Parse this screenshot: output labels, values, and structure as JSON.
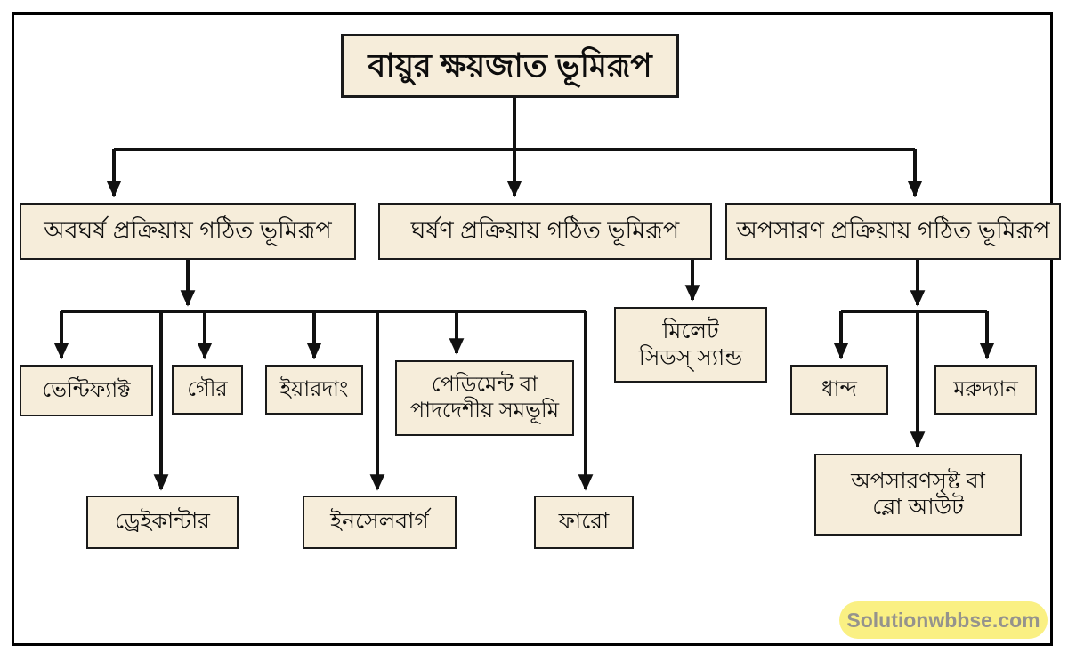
{
  "colors": {
    "box_fill": "#f6edda",
    "box_border": "#1a1a1a",
    "connector_line": "#111111",
    "outer_frame": "#000000",
    "watermark_bg": "#faf083",
    "watermark_text": "#95938d"
  },
  "diagram": {
    "title": "বায়ুর ক্ষয়জাত ভূমিরূপ",
    "branches": {
      "abrasion": {
        "label": "অবঘর্ষ প্রক্রিয়ায় গঠিত ভূমিরূপ"
      },
      "attrition": {
        "label": "ঘর্ষণ প্রক্রিয়ায় গঠিত ভূমিরূপ"
      },
      "deflation": {
        "label": "অপসারণ প্রক্রিয়ায় গঠিত ভূমিরূপ"
      }
    },
    "nodes": {
      "ventifact": {
        "label": "ভেন্টিফ্যাক্ট"
      },
      "gour": {
        "label": "গৌর"
      },
      "yardang": {
        "label": "ইয়ারদাং"
      },
      "pediment": {
        "line1": "পেডিমেন্ট বা",
        "line2": "পাদদেশীয় সমভূমি"
      },
      "millet": {
        "line1": "মিলেট",
        "line2": "সিডস্ স্যান্ড"
      },
      "dreikanter": {
        "label": "ড্রেইকান্টার"
      },
      "inselberg": {
        "label": "ইনসেলবার্গ"
      },
      "faro": {
        "label": "ফারো"
      },
      "dhand": {
        "label": "ধান্দ"
      },
      "oasis": {
        "label": "মরুদ্যান"
      },
      "blowout": {
        "line1": "অপসারণসৃষ্ট বা",
        "line2": "ব্লো আউট"
      }
    }
  },
  "watermark": {
    "label": "Solutionwbbse.com"
  }
}
